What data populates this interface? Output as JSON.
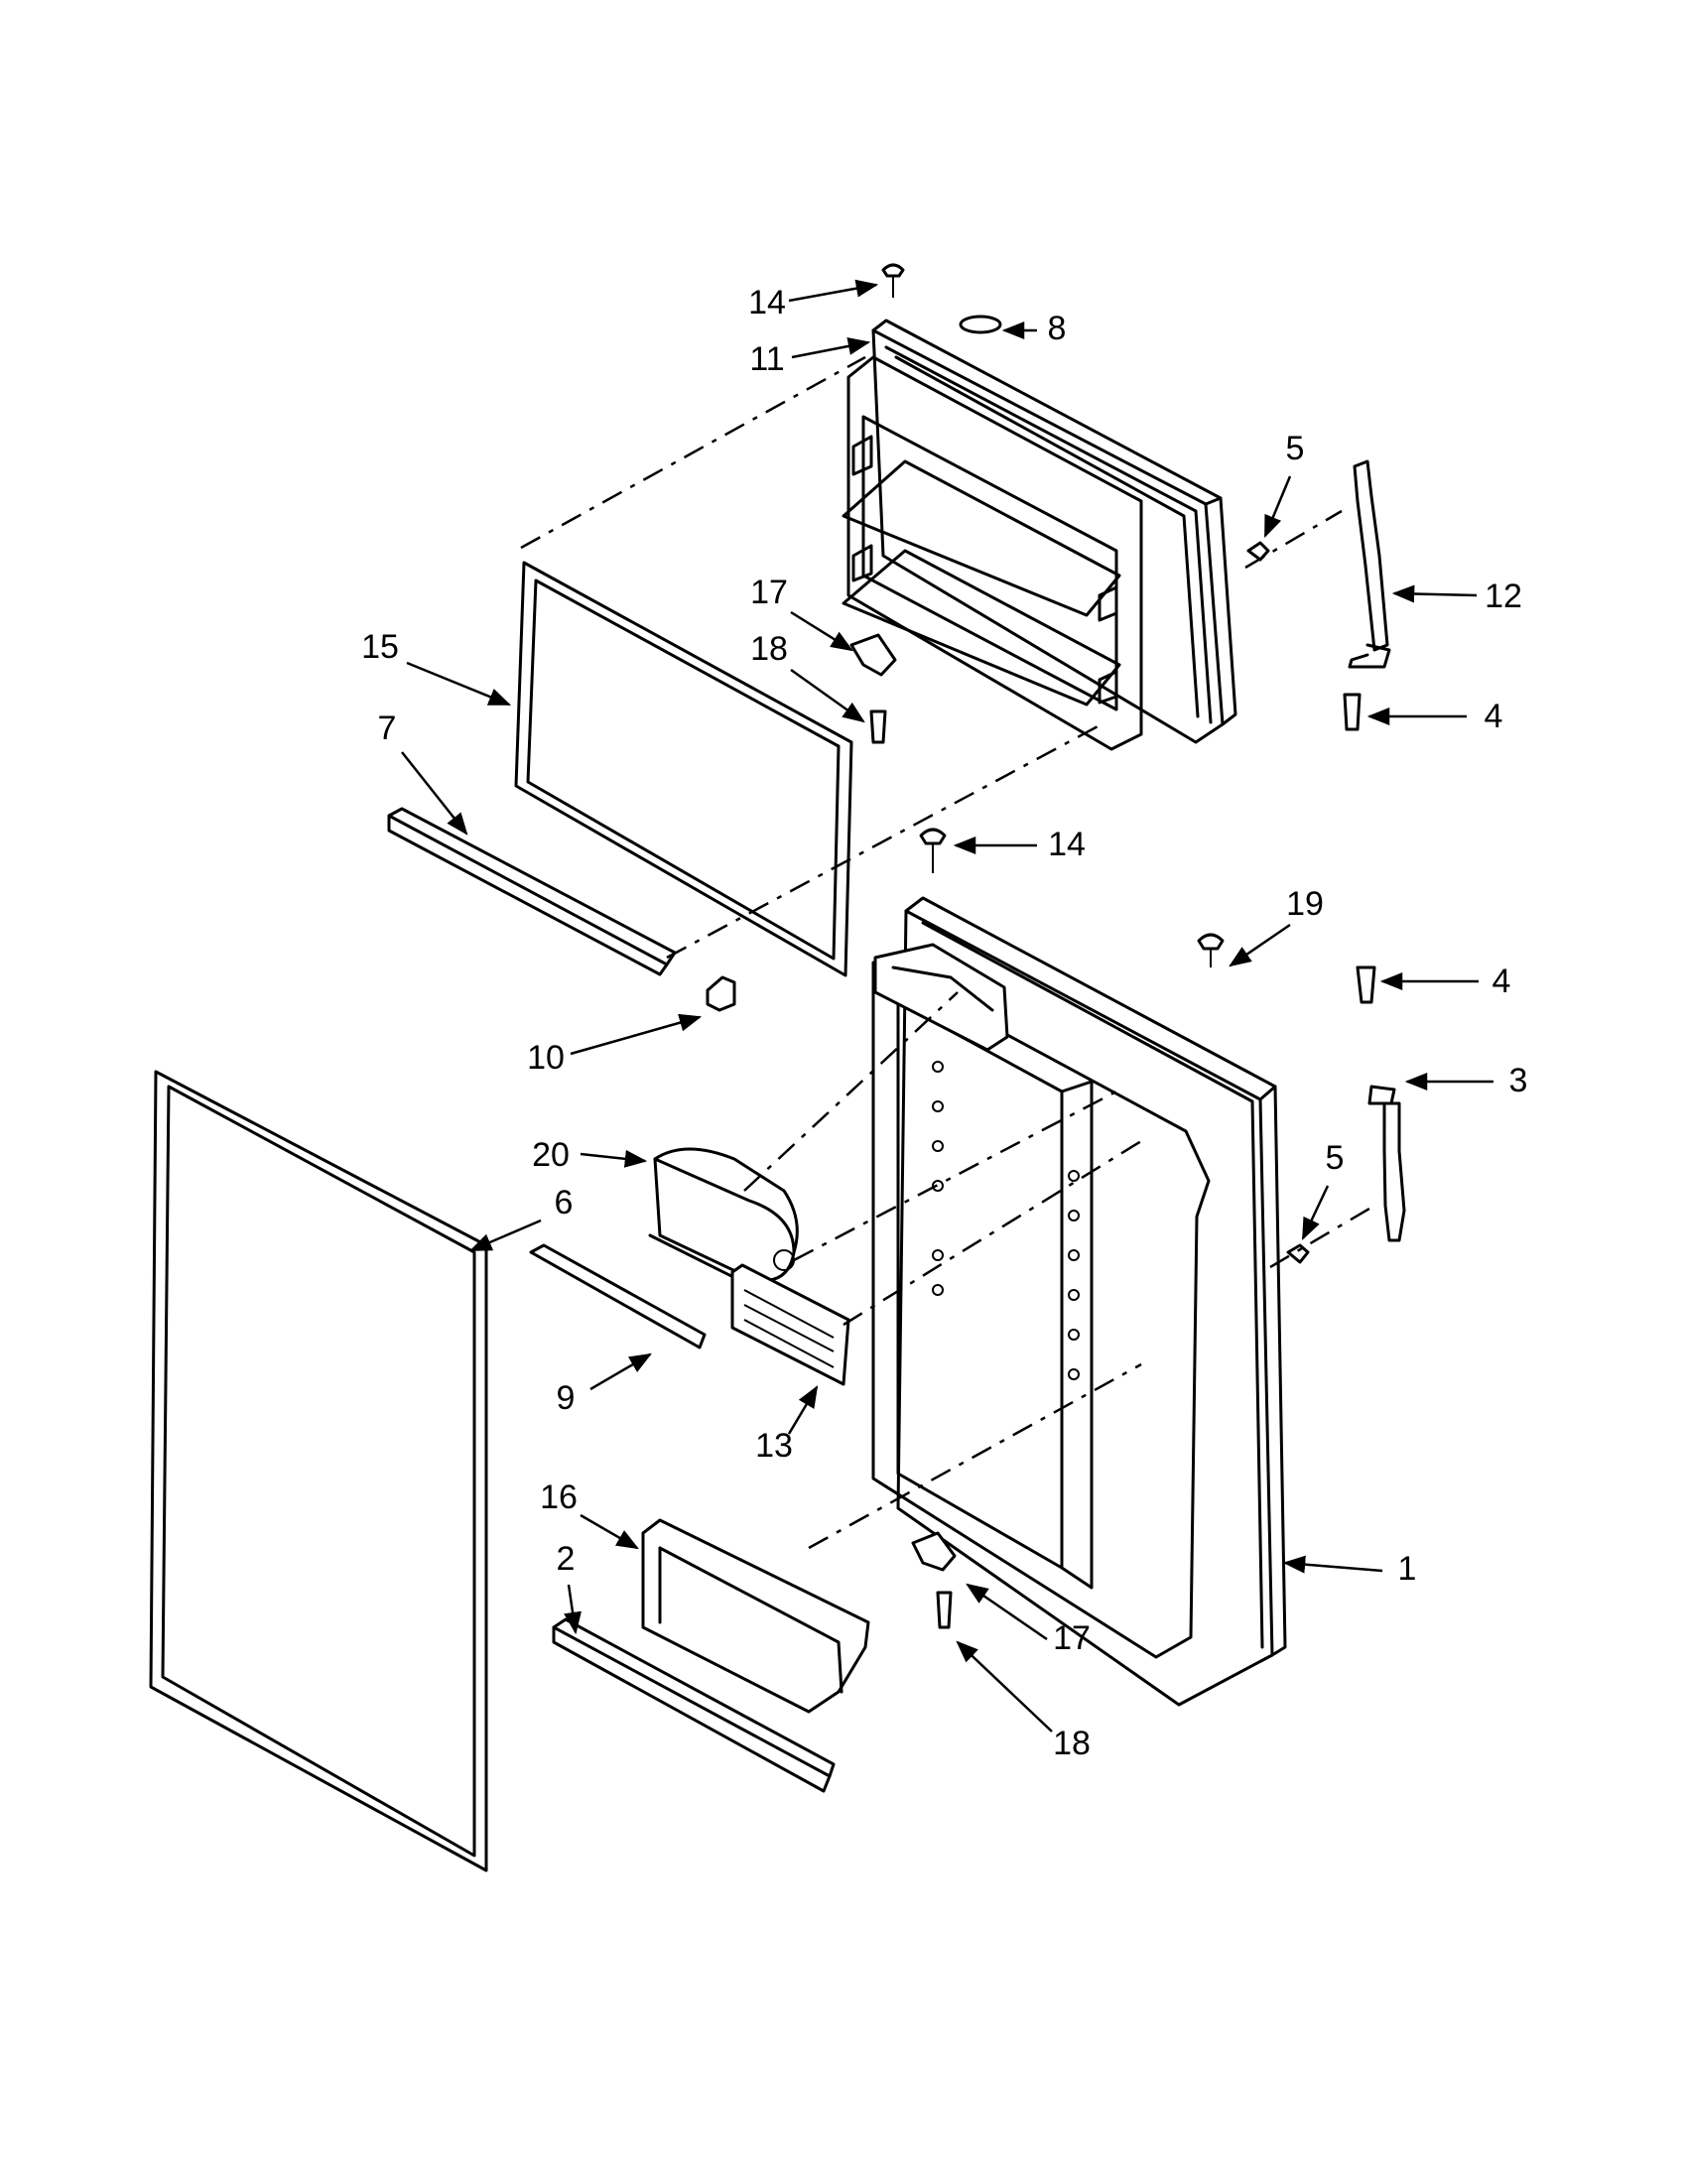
{
  "callouts": {
    "c1": "1",
    "c2": "2",
    "c3": "3",
    "c4a": "4",
    "c4b": "4",
    "c5a": "5",
    "c5b": "5",
    "c6": "6",
    "c7": "7",
    "c8": "8",
    "c9": "9",
    "c10": "10",
    "c11": "11",
    "c12": "12",
    "c13": "13",
    "c14a": "14",
    "c14b": "14",
    "c15": "15",
    "c16": "16",
    "c17a": "17",
    "c17b": "17",
    "c18a": "18",
    "c18b": "18",
    "c19": "19",
    "c20": "20"
  }
}
